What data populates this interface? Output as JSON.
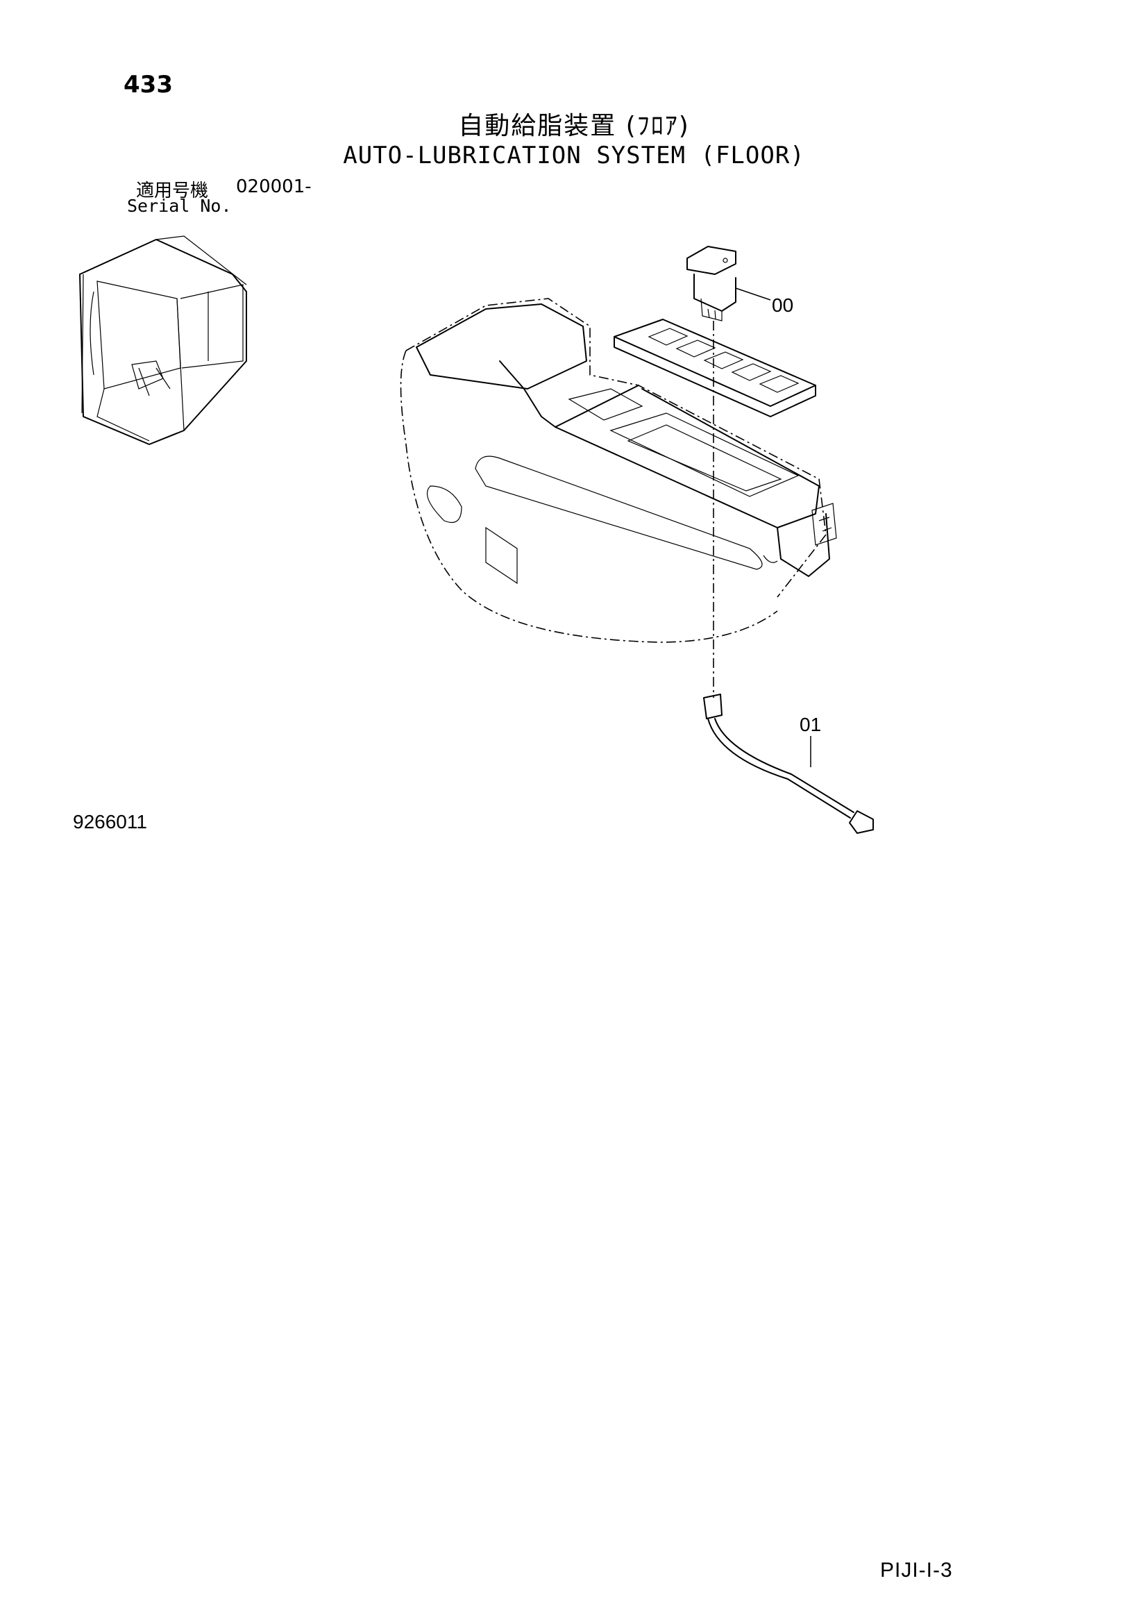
{
  "header": {
    "page_number": "433",
    "title_jp": "自動給脂装置 (ﾌﾛｱ)",
    "title_en": "AUTO-LUBRICATION SYSTEM (FLOOR)"
  },
  "serial": {
    "label_jp": "適用号機",
    "value": "020001-",
    "label_en": "Serial No."
  },
  "callouts": [
    {
      "label": "00",
      "part": "switch"
    },
    {
      "label": "01",
      "part": "harness"
    }
  ],
  "footer": {
    "drawing_id": "9266011",
    "page_ref": "PIJI-I-3"
  }
}
